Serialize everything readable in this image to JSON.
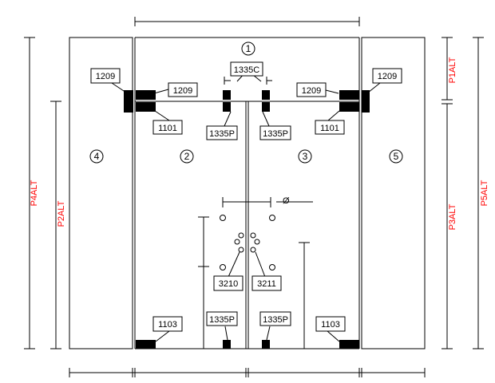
{
  "panels": {
    "top": "1",
    "left_door": "2",
    "right_door": "3",
    "left_side": "4",
    "right_side": "5"
  },
  "labels": {
    "hinge_outer_left": "1209",
    "hinge_inner_left": "1209",
    "hinge_inner_right": "1209",
    "hinge_outer_right": "1209",
    "center_top": "1335C",
    "pivot_left": "1101",
    "pivot_right": "1101",
    "upper_strike_left": "1335P",
    "upper_strike_right": "1335P",
    "floor_left": "1103",
    "floor_right": "1103",
    "lower_strike_left": "1335P",
    "lower_strike_right": "1335P",
    "handle_left": "3210",
    "handle_right": "3211",
    "diameter_symbol": "Ø"
  },
  "dimensions": {
    "p1": "P1ALT",
    "p2": "P2ALT",
    "p3": "P3ALT",
    "p4": "P4ALT",
    "p5": "P5ALT"
  },
  "colors": {
    "line": "#000000",
    "dimension_text": "#ff0000",
    "background": "#ffffff"
  }
}
